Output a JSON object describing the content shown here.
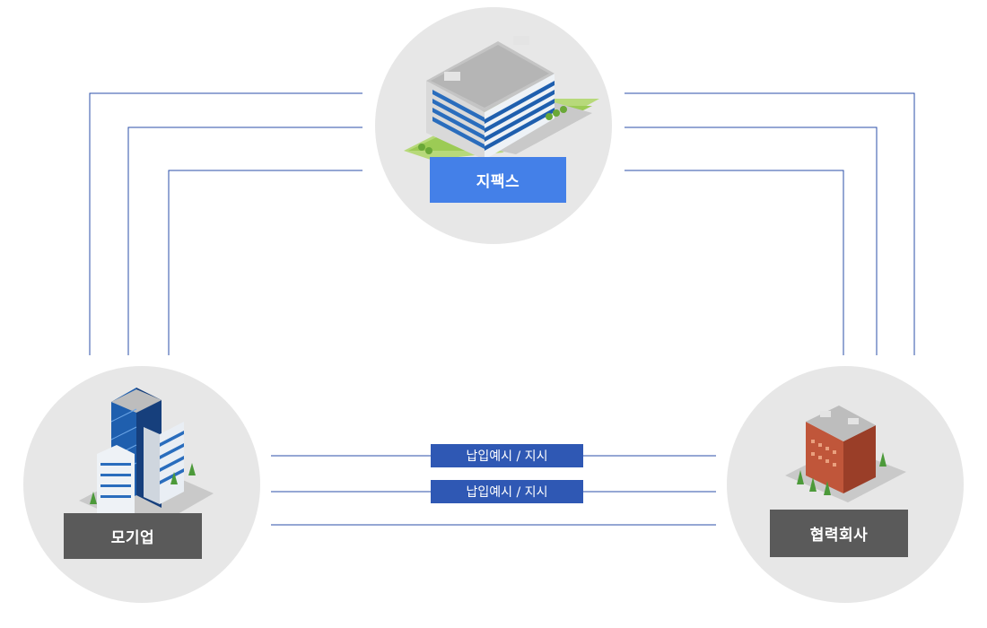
{
  "nodes": {
    "top": {
      "label": "지팩스",
      "label_color": "#4480e8"
    },
    "left": {
      "label": "모기업",
      "label_color": "#5a5a5a"
    },
    "right": {
      "label": "협력회사",
      "label_color": "#5a5a5a"
    }
  },
  "flows": [
    {
      "label": "납입예시 / 지시"
    },
    {
      "label": "납입예시 / 지시"
    }
  ],
  "colors": {
    "connector": "#2b4fa8",
    "circle": "#e7e7e7",
    "tag": "#2f58b4"
  }
}
